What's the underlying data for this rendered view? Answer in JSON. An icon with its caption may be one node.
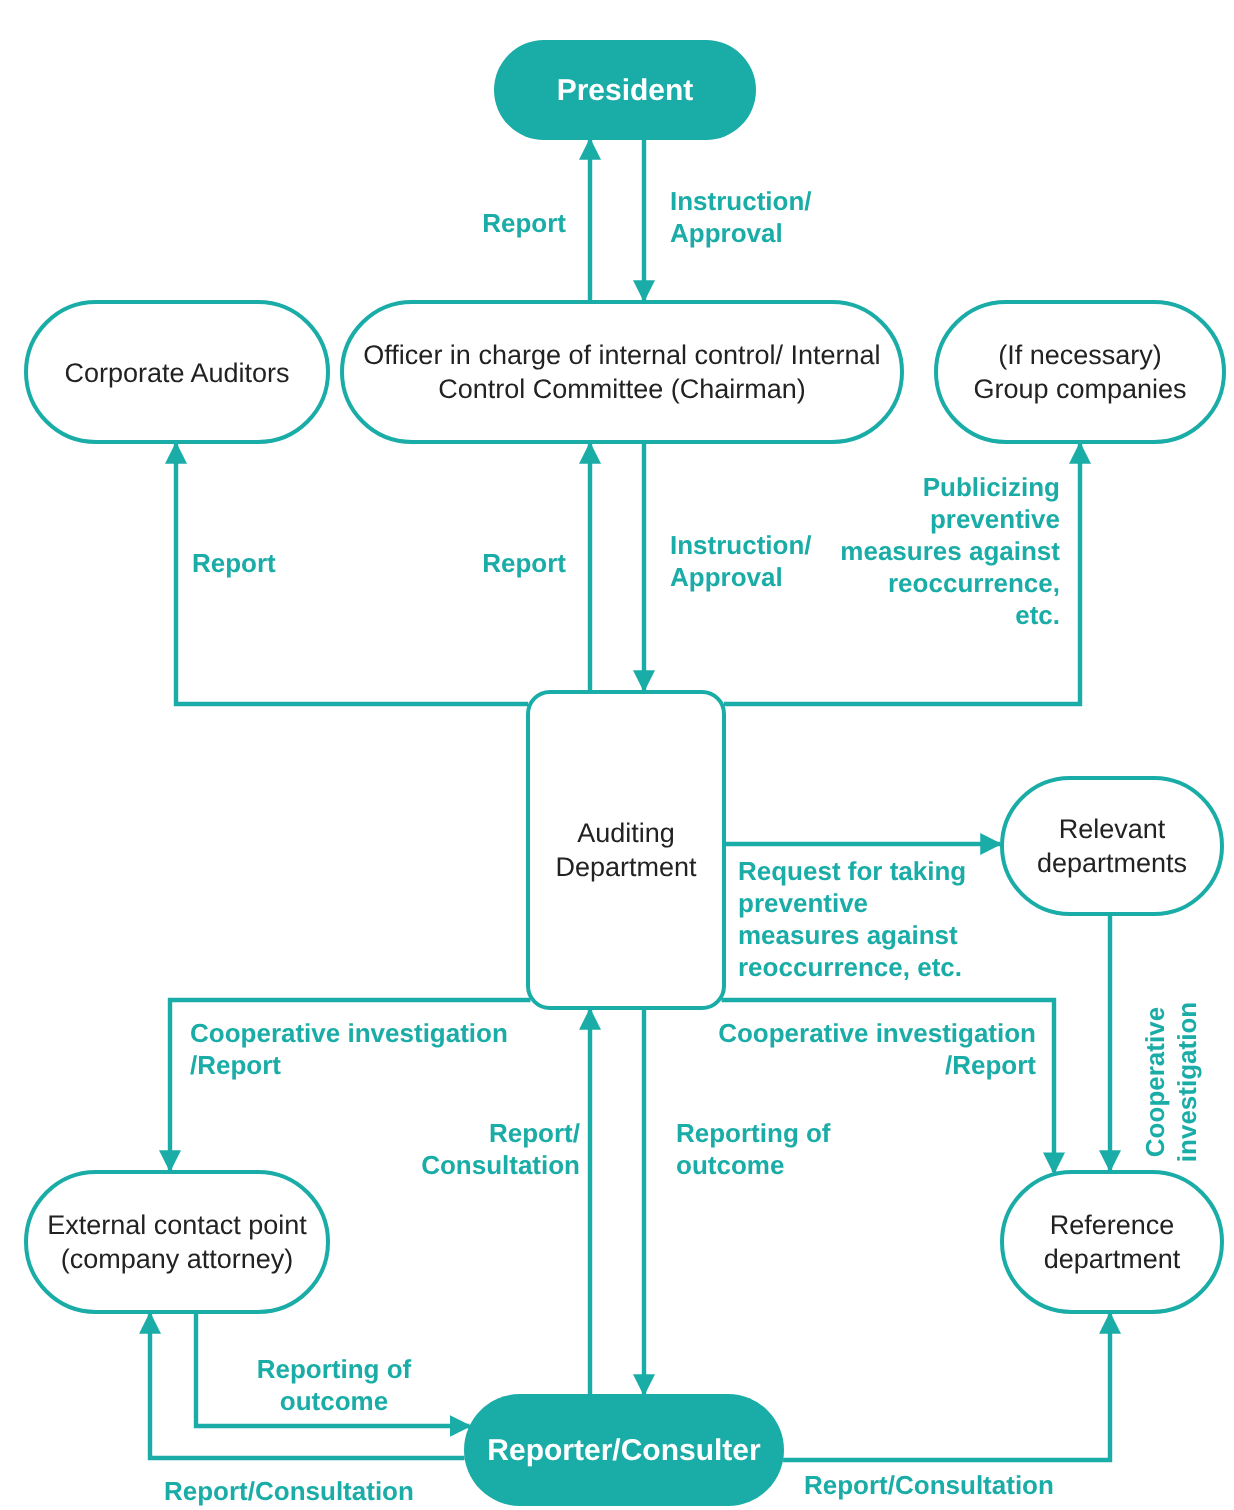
{
  "diagram": {
    "nodes": [
      {
        "text": [
          "President"
        ]
      },
      {
        "text": [
          "Corporate Auditors"
        ]
      },
      {
        "text": [
          "Officer in charge of internal control/ Internal Control Committee (Chairman)"
        ]
      },
      {
        "text": [
          "(If necessary)",
          "Group companies"
        ]
      },
      {
        "text": [
          "Auditing Department"
        ]
      },
      {
        "text": [
          "Relevant departments"
        ]
      },
      {
        "text": [
          "External contact point (company attorney)"
        ]
      },
      {
        "text": [
          "Reference department"
        ]
      },
      {
        "text": [
          "Reporter/Consulter"
        ]
      }
    ],
    "edges": [
      {
        "from": 2,
        "to": 0,
        "arrow": "to",
        "label": "Report"
      },
      {
        "from": 0,
        "to": 2,
        "arrow": "to",
        "label": "Instruction/ Approval"
      },
      {
        "from": 4,
        "to": 1,
        "arrow": "to",
        "label": "Report"
      },
      {
        "from": 4,
        "to": 2,
        "arrow": "to",
        "label": "Report"
      },
      {
        "from": 2,
        "to": 4,
        "arrow": "to",
        "label": "Instruction/ Approval"
      },
      {
        "from": 4,
        "to": 3,
        "arrow": "to",
        "label": "Publicizing preventive measures against reoccurrence, etc."
      },
      {
        "from": 4,
        "to": 5,
        "arrow": "to",
        "label": "Request for taking preventive measures against reoccurrence, etc."
      },
      {
        "from": 4,
        "to": 6,
        "arrow": "to",
        "label": "Cooperative investigation /Report"
      },
      {
        "from": 4,
        "to": 7,
        "arrow": "to",
        "label": "Cooperative investigation /Report"
      },
      {
        "from": 5,
        "to": 7,
        "arrow": "to",
        "label": "Cooperative investigation"
      },
      {
        "from": 8,
        "to": 4,
        "arrow": "to",
        "label": "Report/ Consultation"
      },
      {
        "from": 4,
        "to": 8,
        "arrow": "to",
        "label": "Reporting of outcome"
      },
      {
        "from": 6,
        "to": 8,
        "arrow": "to",
        "label": "Reporting of outcome"
      },
      {
        "from": 8,
        "to": 6,
        "arrow": "to",
        "label": "Report/Consultation"
      },
      {
        "from": 8,
        "to": 7,
        "arrow": "to",
        "label": "Report/Consultation"
      }
    ]
  }
}
